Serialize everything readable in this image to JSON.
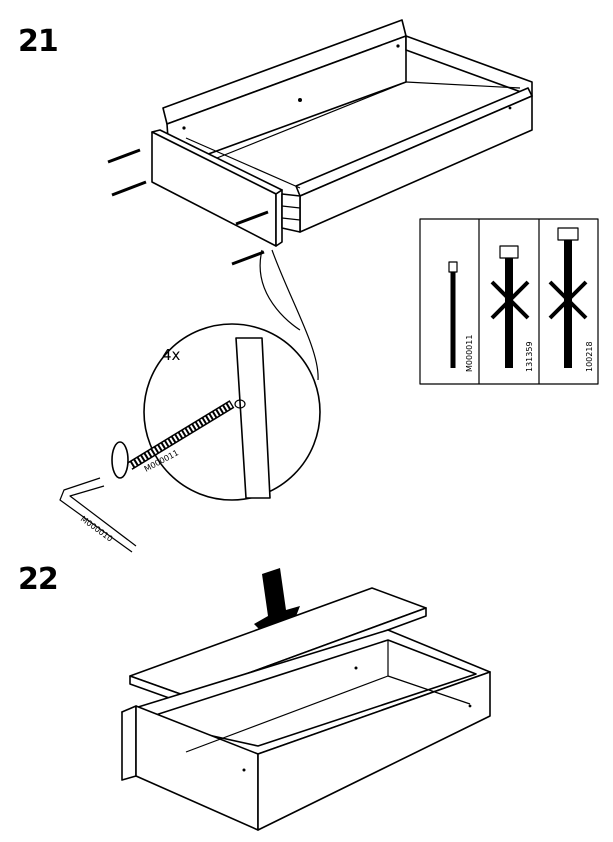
{
  "steps": {
    "first": "21",
    "second": "22"
  },
  "detail": {
    "quantity": "4x",
    "screw_code": "M000011",
    "key_code": "M000010"
  },
  "screw_reference": {
    "items": [
      {
        "code": "M000011",
        "status": "correct"
      },
      {
        "code": "131359",
        "status": "incorrect"
      },
      {
        "code": "100218",
        "status": "incorrect"
      }
    ]
  },
  "icons": {
    "step21_illustration": "drawer-assembly-illustration",
    "step22_illustration": "drawer-bottom-insert-illustration",
    "cross": "cross-mark-icon",
    "arrow": "down-arrow-icon"
  },
  "colors": {
    "ink": "#000000",
    "paper": "#ffffff"
  }
}
